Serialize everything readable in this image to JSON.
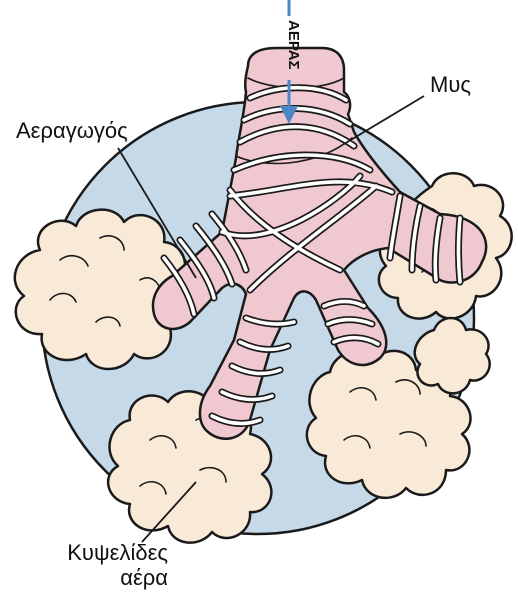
{
  "labels": {
    "airway": "Αεραγωγός",
    "muscle": "Μυς",
    "alveoli_line1": "Κυψελίδες",
    "alveoli_line2": "αέρα",
    "air": "ΑΕΡΑΣ"
  },
  "colors": {
    "circle_fill": "#c5d9e8",
    "airway_fill": "#f0c8d0",
    "alveoli_fill": "#f8ead6",
    "outline": "#1a1a1a",
    "arrow": "#4a86c8"
  }
}
